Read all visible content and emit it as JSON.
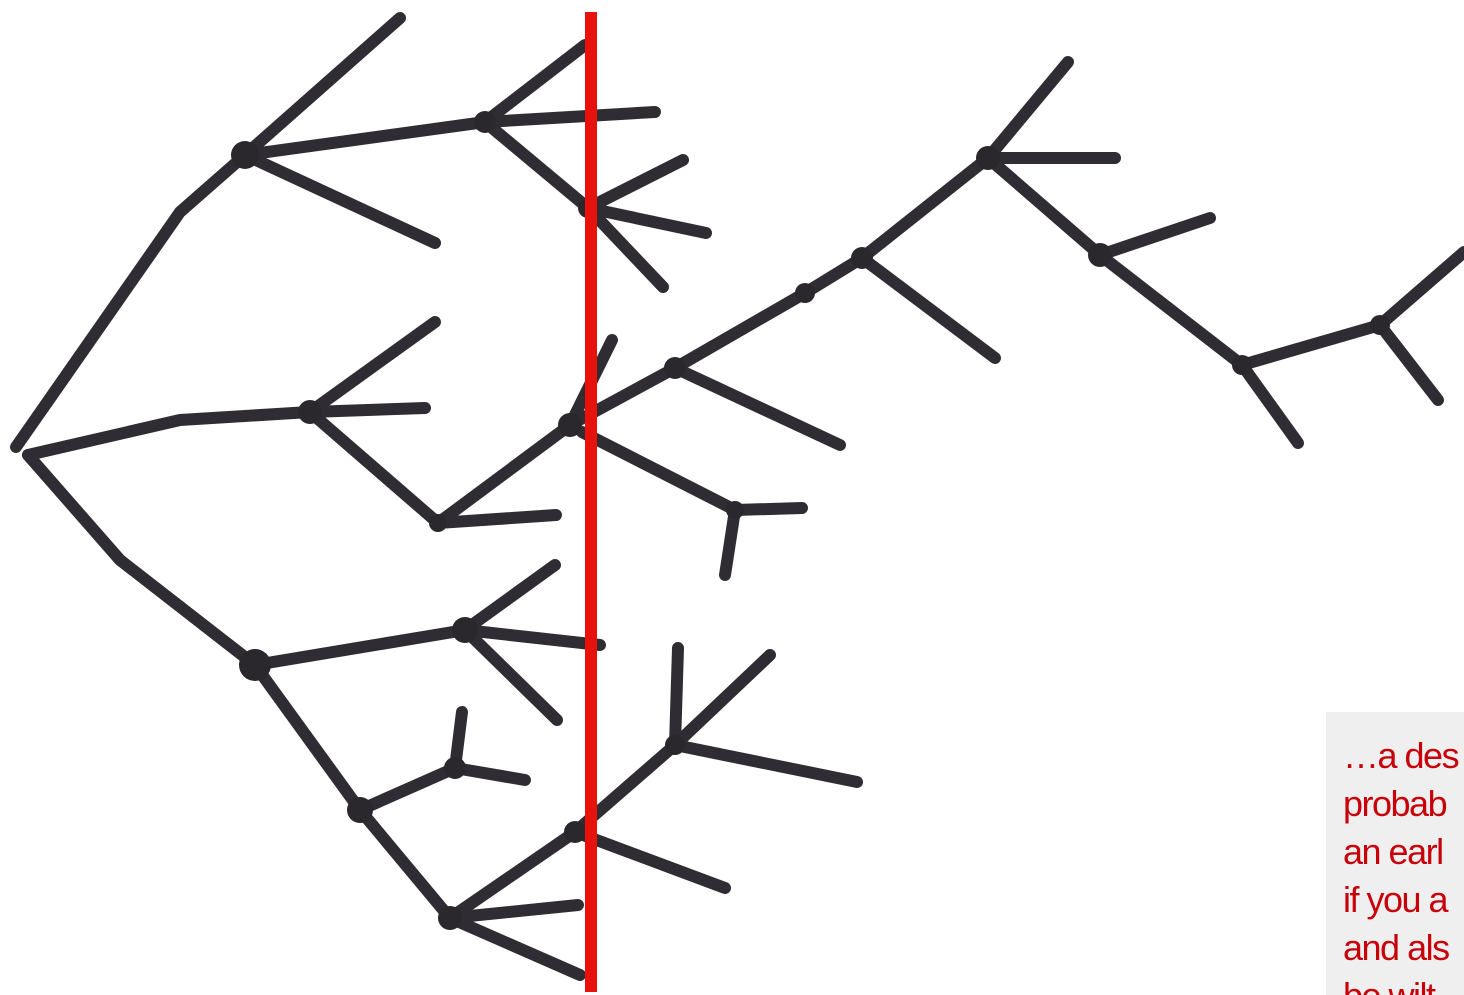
{
  "caption": {
    "lines": [
      "…a des",
      "probab",
      "an earl",
      "if you a",
      "and als",
      "be wilt"
    ]
  },
  "colors": {
    "branch": "#2f2d33",
    "cut_line": "#e8120c",
    "caption_text": "#c8000a",
    "caption_bg": "#efefef"
  }
}
